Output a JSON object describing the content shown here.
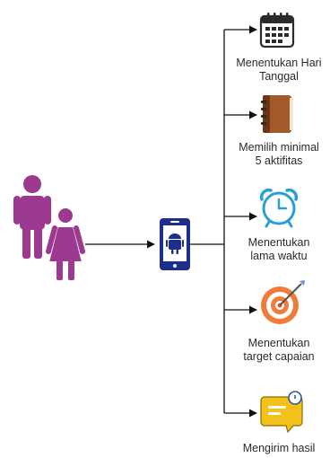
{
  "steps": [
    {
      "lines": [
        "Menentukan Hari",
        "Tanggal"
      ],
      "icon": "calendar-icon"
    },
    {
      "lines": [
        "Memilih minimal",
        "5 aktifitas"
      ],
      "icon": "notebook-icon"
    },
    {
      "lines": [
        "Menentukan",
        "lama waktu"
      ],
      "icon": "alarm-clock-icon"
    },
    {
      "lines": [
        "Menentukan",
        "target capaian"
      ],
      "icon": "target-icon"
    },
    {
      "lines": [
        "Mengirim hasil"
      ],
      "icon": "chat-bubble-icon"
    }
  ],
  "actor_icon": "family-icon",
  "app_icon": "android-phone-icon",
  "colors": {
    "people": "#9b3a8f",
    "phone": "#1d2f8a",
    "line": "#111111",
    "calendar": "#2b2b2b",
    "notebook": "#a35a2a",
    "clock": "#2a9fd6",
    "target": "#f07c3a",
    "bubble": "#f2c21b"
  }
}
